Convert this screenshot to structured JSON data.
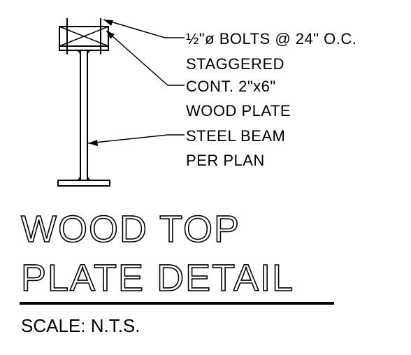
{
  "detail": {
    "notes": {
      "bolts_line1": "½\"ø BOLTS @ 24\" O.C.",
      "bolts_line2": "STAGGERED",
      "plate_line1": "CONT. 2\"x6\"",
      "plate_line2": "WOOD PLATE",
      "beam_line1": "STEEL BEAM",
      "beam_line2": "PER PLAN"
    },
    "title_line1": "WOOD TOP",
    "title_line2": "PLATE DETAIL",
    "scale": "SCALE: N.T.S."
  }
}
